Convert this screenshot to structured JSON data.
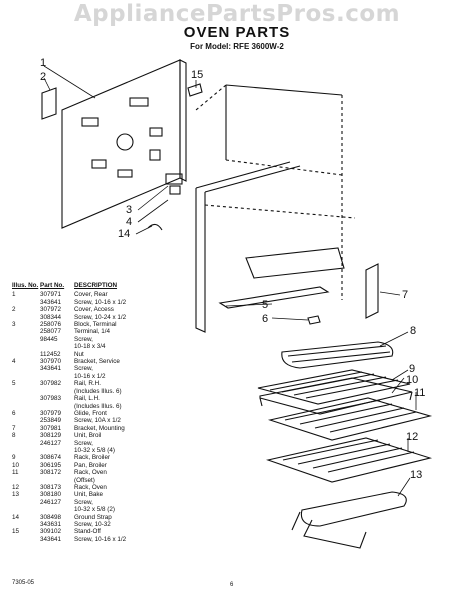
{
  "watermark": "AppliancePartsPros.com",
  "title": "OVEN PARTS",
  "model_line": "For Model: RFE 3600W-2",
  "parts_list": {
    "headers": [
      "Illus. No.",
      "Part No.",
      "DESCRIPTION"
    ],
    "rows": [
      [
        "1",
        "307971",
        "Cover, Rear"
      ],
      [
        "",
        "343641",
        "Screw, 10-16 x 1/2"
      ],
      [
        "2",
        "307972",
        "Cover, Access"
      ],
      [
        "",
        "308344",
        "Screw, 10-24 x 1/2"
      ],
      [
        "3",
        "258076",
        "Block, Terminal"
      ],
      [
        "",
        "258077",
        "Terminal, 1/4"
      ],
      [
        "",
        "98445",
        "Screw,"
      ],
      [
        "",
        "",
        "10-18 x 3/4"
      ],
      [
        "",
        "112452",
        "Nut"
      ],
      [
        "4",
        "307970",
        "Bracket, Service"
      ],
      [
        "",
        "343641",
        "Screw,"
      ],
      [
        "",
        "",
        "10-16 x 1/2"
      ],
      [
        "5",
        "307982",
        "Rail, R.H."
      ],
      [
        "",
        "",
        "(Includes Illus. 6)"
      ],
      [
        "",
        "307983",
        "Rail, L.H."
      ],
      [
        "",
        "",
        "(Includes Illus. 6)"
      ],
      [
        "6",
        "307979",
        "Glide, Front"
      ],
      [
        "",
        "253849",
        "Screw, 10A x 1/2"
      ],
      [
        "7",
        "307981",
        "Bracket, Mounting"
      ],
      [
        "8",
        "308129",
        "Unit, Broil"
      ],
      [
        "",
        "246127",
        "Screw,"
      ],
      [
        "",
        "",
        "10-32 x 5/8 (4)"
      ],
      [
        "9",
        "308674",
        "Rack, Broiler"
      ],
      [
        "10",
        "306195",
        "Pan, Broiler"
      ],
      [
        "11",
        "308172",
        "Rack, Oven"
      ],
      [
        "",
        "",
        "(Offset)"
      ],
      [
        "12",
        "308173",
        "Rack, Oven"
      ],
      [
        "13",
        "308180",
        "Unit, Bake"
      ],
      [
        "",
        "246127",
        "Screw,"
      ],
      [
        "",
        "",
        "10-32 x 5/8 (2)"
      ],
      [
        "14",
        "308498",
        "Ground Strap"
      ],
      [
        "",
        "343631",
        "Screw, 10-32"
      ],
      [
        "15",
        "309102",
        "Stand-Off"
      ],
      [
        "",
        "343641",
        "Screw, 10-16 x 1/2"
      ]
    ]
  },
  "callouts": [
    "1",
    "2",
    "15",
    "3",
    "4",
    "14",
    "5",
    "6",
    "7",
    "8",
    "9",
    "10",
    "11",
    "12",
    "13"
  ],
  "footer_code": "7305-05",
  "page_number": "6"
}
